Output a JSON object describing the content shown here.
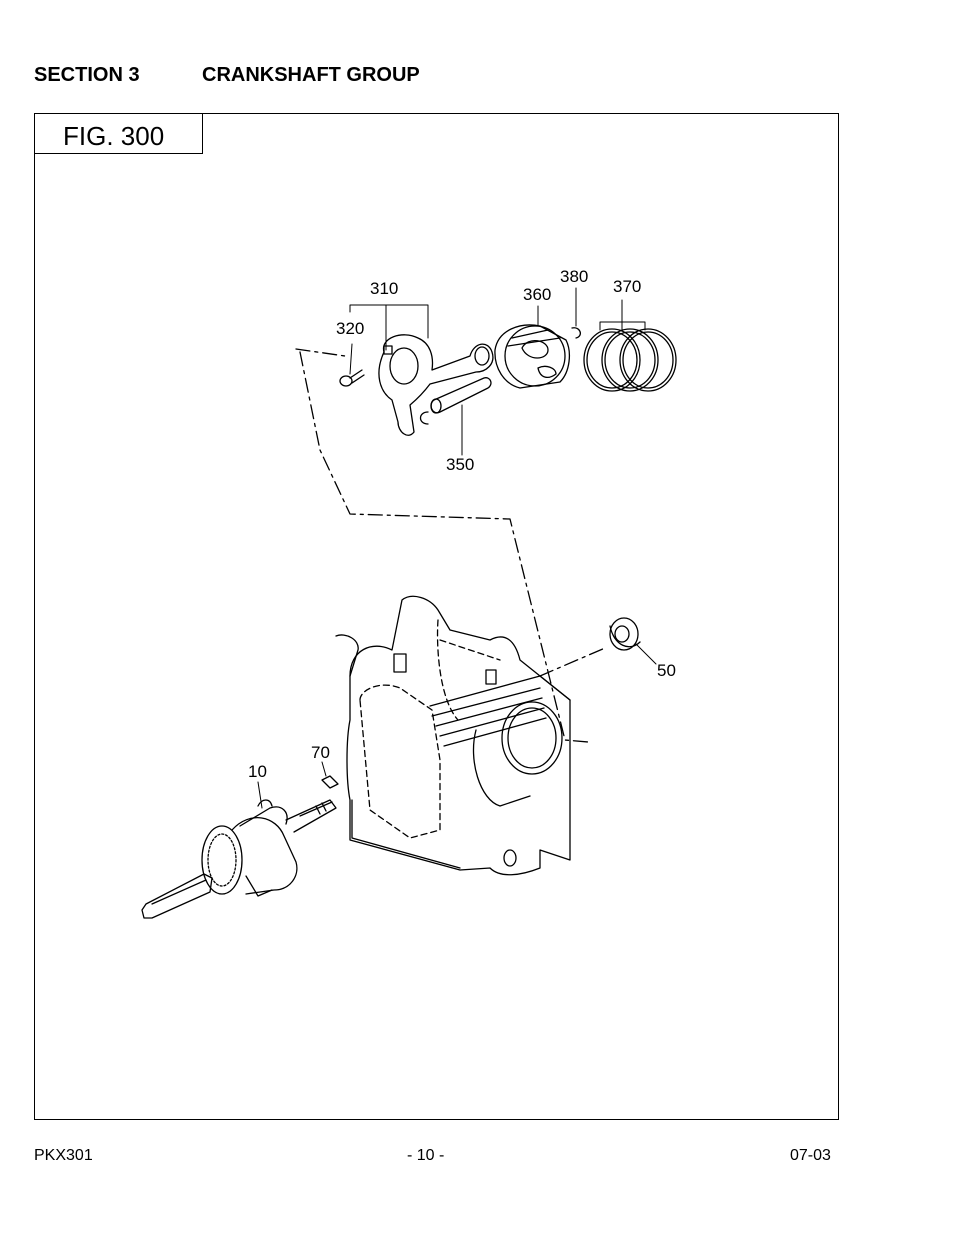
{
  "header": {
    "section_number": "SECTION 3",
    "section_title": "CRANKSHAFT GROUP"
  },
  "figure": {
    "label": "FIG. 300",
    "callouts": {
      "c310": "310",
      "c320": "320",
      "c360": "360",
      "c380": "380",
      "c370": "370",
      "c350": "350",
      "c50": "50",
      "c70": "70",
      "c10": "10"
    }
  },
  "footer": {
    "doc_code": "PKX301",
    "page_number": "- 10 -",
    "date_code": "07-03"
  }
}
